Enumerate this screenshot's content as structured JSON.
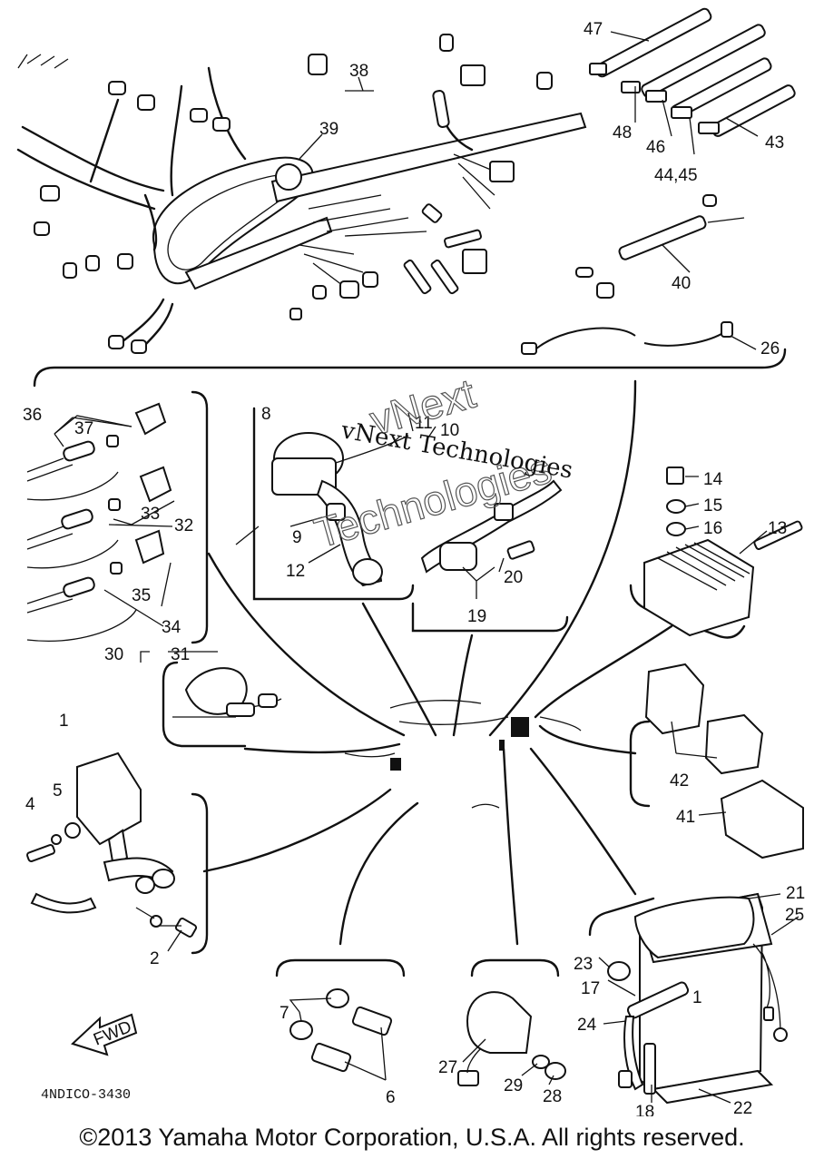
{
  "diagram": {
    "code": "4NDICO-3430",
    "fwd_label": "FWD",
    "watermark": {
      "text": "vNext Technologies",
      "outline_line1": "vNext",
      "outline_line2": "Technologies"
    },
    "callouts": {
      "c1": "1",
      "c1b": "1",
      "c2": "2",
      "c4": "4",
      "c5": "5",
      "c6": "6",
      "c7": "7",
      "c8": "8",
      "c9": "9",
      "c10": "10",
      "c11": "11",
      "c12": "12",
      "c13": "13",
      "c14": "14",
      "c15": "15",
      "c16": "16",
      "c17": "17",
      "c18": "18",
      "c19": "19",
      "c20": "20",
      "c21": "21",
      "c22": "22",
      "c23": "23",
      "c24": "24",
      "c25": "25",
      "c26": "26",
      "c27": "27",
      "c28": "28",
      "c29": "29",
      "c30": "30",
      "c31": "31",
      "c32": "32",
      "c33": "33",
      "c34": "34",
      "c35": "35",
      "c36": "36",
      "c37": "37",
      "c38": "38",
      "c39": "39",
      "c40": "40",
      "c41": "41",
      "c42": "42",
      "c43": "43",
      "c4445": "44,45",
      "c46": "46",
      "c47": "47",
      "c48": "48"
    }
  },
  "footer": {
    "copyright": "©2013 Yamaha Motor Corporation, U.S.A. All rights reserved."
  }
}
